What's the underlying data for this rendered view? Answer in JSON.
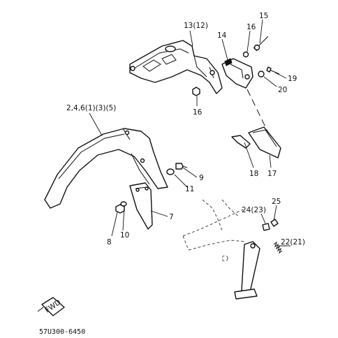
{
  "labels": {
    "p13_12": "13(12)",
    "p15": "15",
    "p16a": "16",
    "p14": "14",
    "p16b": "16",
    "p19": "19",
    "p20": "20",
    "p2_4_6": "2,4,6(1)(3)(5)",
    "p18": "18",
    "p17": "17",
    "p9": "9",
    "p11": "11",
    "p7": "7",
    "p8": "8",
    "p10": "10",
    "p25": "25",
    "p24_23": "24(23)",
    "p22_21": "22(21)"
  },
  "fwd_badge": "FWD",
  "footer_code": "57U300-6450"
}
